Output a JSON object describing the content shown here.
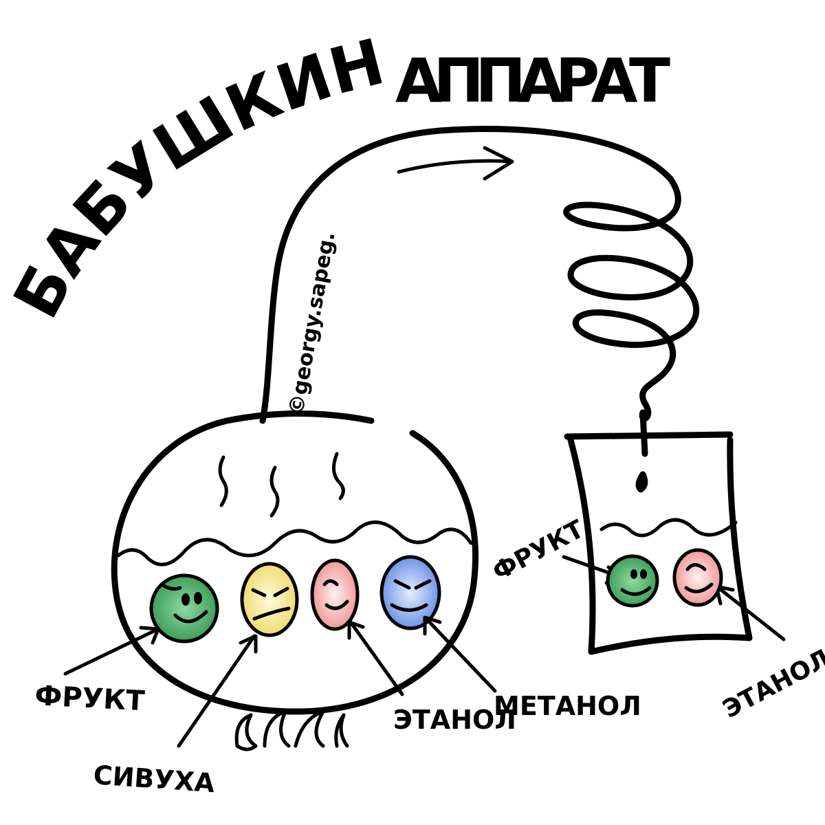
{
  "title": "БАБУШКИН АППАРАТ",
  "title_parts": [
    "БАБУШКИН",
    "АППАРАТ"
  ],
  "watermark": "©georgy.sapeg.",
  "flask_labels": {
    "fruit": "ФРУКТ",
    "fusel": "СИВУХА",
    "ethanol": "ЭТАНОЛ",
    "methanol": "МЕТАНОЛ"
  },
  "beaker_labels": {
    "fruit": "ФРУКТ",
    "ethanol": "ЭТАНОЛ"
  },
  "colors": {
    "fruit": "#4caf6a",
    "fusel": "#f2e27a",
    "ethanol": "#f2a0a0",
    "methanol": "#7aa0ea",
    "ink": "#000000"
  }
}
